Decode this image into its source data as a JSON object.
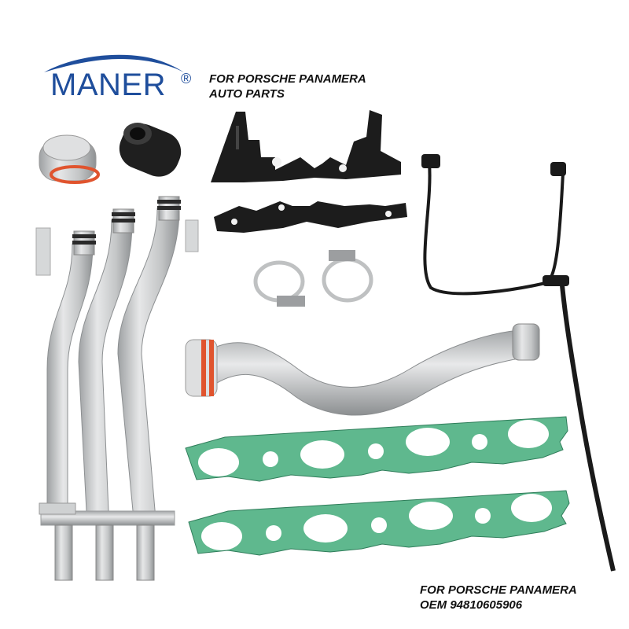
{
  "brand": {
    "name": "MANER",
    "registered_mark": "®",
    "logo_color": "#1f4e9c"
  },
  "caption_top": {
    "line1": "FOR PORSCHE PANAMERA",
    "line2": "AUTO PARTS"
  },
  "caption_bottom": {
    "line1": "FOR PORSCHE PANAMERA",
    "line2": "OEM 94810605906"
  },
  "colors": {
    "background": "#ffffff",
    "aluminum": "#c9cbcc",
    "black_part": "#1c1c1c",
    "gasket_green": "#5fb88e",
    "oring_orange": "#e0542e"
  }
}
